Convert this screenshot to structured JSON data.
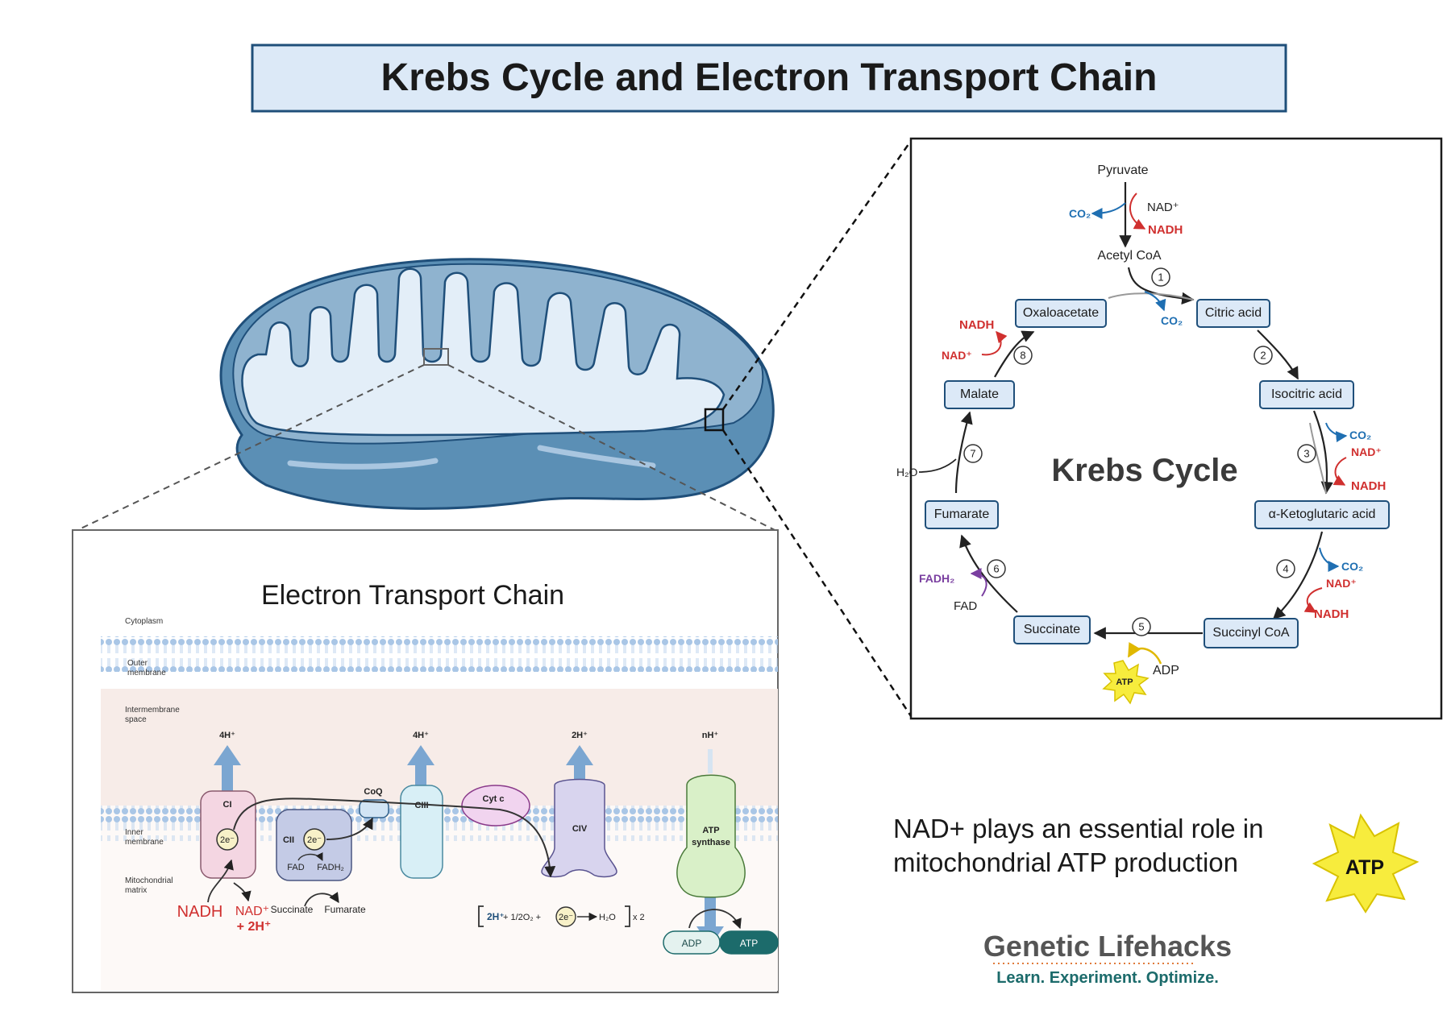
{
  "title": "Krebs Cycle and Electron Transport Chain",
  "krebs": {
    "title": "Krebs Cycle",
    "pyruvate": "Pyruvate",
    "acetyl_coa": "Acetyl CoA",
    "nodes": [
      "Citric acid",
      "Isocitric acid",
      "α-Ketoglutaric acid",
      "Succinyl CoA",
      "Succinate",
      "Fumarate",
      "Malate",
      "Oxaloacetate"
    ],
    "steps": [
      "1",
      "2",
      "3",
      "4",
      "5",
      "6",
      "7",
      "8"
    ],
    "co2": "CO₂",
    "nad_plus": "NAD⁺",
    "nadh": "NADH",
    "fadh2": "FADH₂",
    "fad": "FAD",
    "h2o": "H₂O",
    "adp": "ADP",
    "atp": "ATP"
  },
  "etc": {
    "title": "Electron Transport Chain",
    "regions": {
      "cytoplasm": "Cytoplasm",
      "outer_1": "Outer",
      "outer_2": "membrane",
      "ims_1": "Intermembrane",
      "ims_2": "space",
      "inner_1": "Inner",
      "inner_2": "membrane",
      "matrix_1": "Mitochondrial",
      "matrix_2": "matrix"
    },
    "complexes": {
      "ci": "CI",
      "cii": "CII",
      "coq": "CoQ",
      "ciii": "CIII",
      "cytc": "Cyt c",
      "civ": "CIV",
      "atp_synthase_1": "ATP",
      "atp_synthase_2": "synthase"
    },
    "protons": {
      "ci": "4H⁺",
      "ciii": "4H⁺",
      "civ": "2H⁺",
      "synthase": "nH⁺"
    },
    "electron": "2e⁻",
    "nadh": "NADH",
    "nad_plus": "NAD⁺",
    "plus_2h": "+ 2H⁺",
    "succinate": "Succinate",
    "fumarate": "Fumarate",
    "fad": "FAD",
    "fadh2": "FADH₂",
    "eq_left": "2H⁺",
    "eq_mid": "+ 1/2O₂ +",
    "eq_right": "H₂O",
    "eq_times": "x 2",
    "adp": "ADP",
    "atp": "ATP"
  },
  "nad_note_1": "NAD+ plays an essential role in",
  "nad_note_2": "mitochondrial ATP production",
  "note_atp": "ATP",
  "brand": {
    "name": "Genetic Lifehacks",
    "tagline": "Learn. Experiment. Optimize."
  },
  "colors": {
    "nadh_red": "#d0302f",
    "co2_blue": "#1f6fb2",
    "fadh2_purple": "#7a3fa0",
    "atp_yellow": "#f7ec3d",
    "brand_teal": "#1c6b6b"
  }
}
